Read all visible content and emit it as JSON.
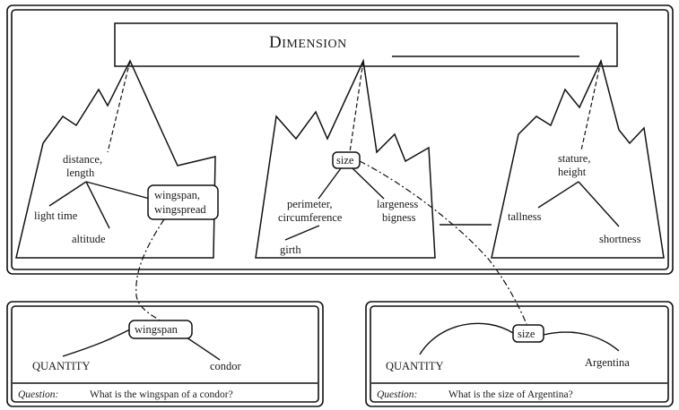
{
  "title": {
    "main": "DIMENSION",
    "cap": "D",
    "rest": "IMENSION"
  },
  "left_mountain": {
    "labels": [
      "distance,",
      "length",
      "light time",
      "altitude"
    ],
    "boxed": [
      "wingspan,",
      "wingspread"
    ]
  },
  "mid_mountain": {
    "boxed": "size",
    "labels": [
      "perimeter,",
      "circumference",
      "girth",
      "largeness",
      "bigness"
    ]
  },
  "right_mountain": {
    "labels": [
      "stature,",
      "height",
      "tallness",
      "shortness"
    ]
  },
  "panel_left": {
    "boxed": "wingspan",
    "left": "QUANTITY",
    "right": "condor",
    "question_label": "Question:",
    "question_text": "What is the wingspan of a condor?"
  },
  "panel_right": {
    "boxed": "size",
    "left": "QUANTITY",
    "right": "Argentina",
    "question_label": "Question:",
    "question_text": "What is the size of Argentina?"
  },
  "icons": [
    "mountain-peaks"
  ],
  "colors": {
    "ink": "#111111",
    "paper": "#ffffff"
  }
}
